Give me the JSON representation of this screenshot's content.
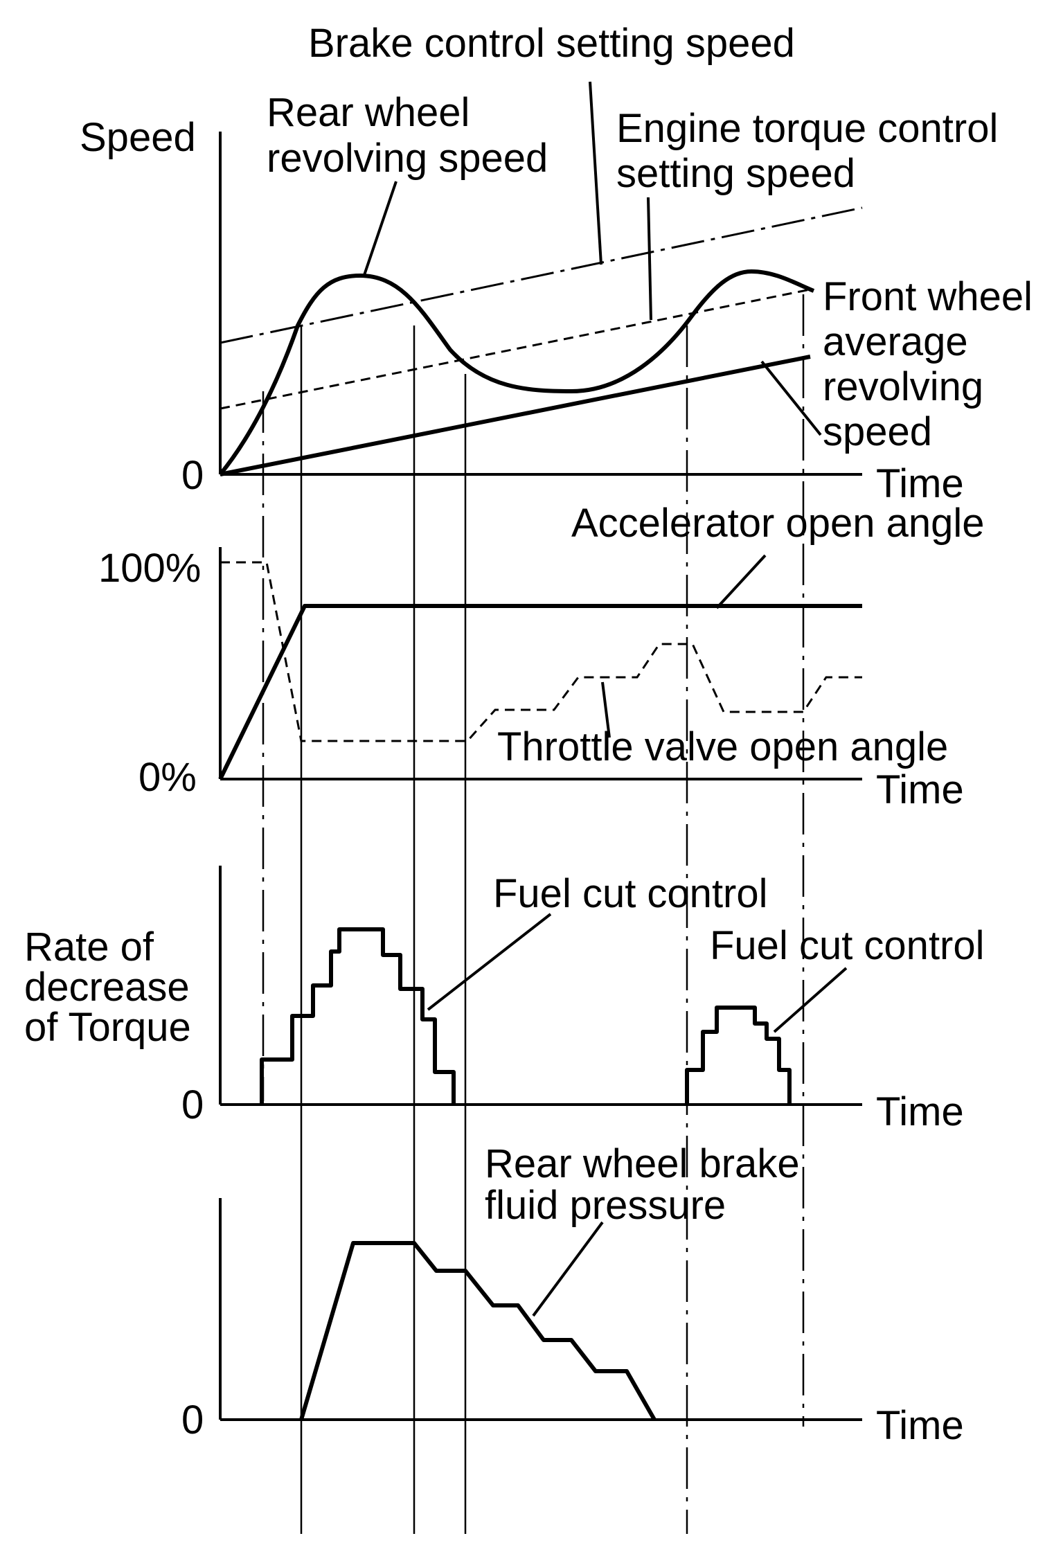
{
  "panel1": {
    "y_label": "Speed",
    "origin_label": "0",
    "x_label": "Time",
    "labels": {
      "brake_control": "Brake control setting speed",
      "rear_wheel_1": "Rear wheel",
      "rear_wheel_2": "revolving speed",
      "engine_torque_1": "Engine torque control",
      "engine_torque_2": "setting speed",
      "front_wheel_1": "Front wheel",
      "front_wheel_2": "average",
      "front_wheel_3": "revolving",
      "front_wheel_4": "speed"
    }
  },
  "panel2": {
    "y_max_label": "100%",
    "y_min_label": "0%",
    "x_label": "Time",
    "labels": {
      "accelerator": "Accelerator open angle",
      "throttle": "Throttle valve open angle"
    }
  },
  "panel3": {
    "y_label_1": "Rate of",
    "y_label_2": "decrease",
    "y_label_3": "of Torque",
    "origin_label": "0",
    "x_label": "Time",
    "labels": {
      "fuel_cut_1": "Fuel cut control",
      "fuel_cut_2": "Fuel cut control"
    }
  },
  "panel4": {
    "origin_label": "0",
    "x_label": "Time",
    "labels": {
      "brake_pressure_1": "Rear wheel brake",
      "brake_pressure_2": "fluid pressure"
    }
  }
}
